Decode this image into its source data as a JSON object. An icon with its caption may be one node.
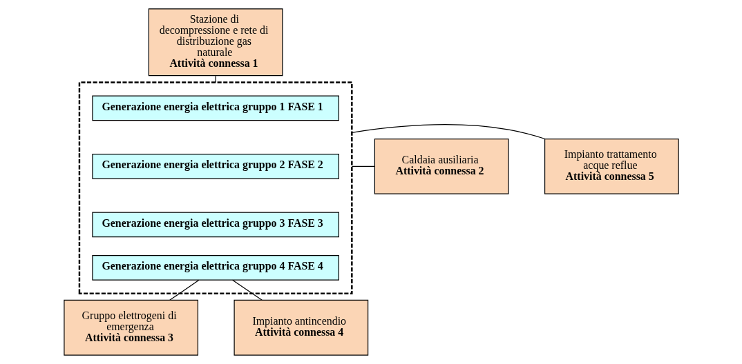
{
  "diagram": {
    "nodes": [
      {
        "text": [
          "Stazione di decompressione e rete di distribuzione gas naturale",
          "Attività connessa 1"
        ]
      },
      {
        "text": [
          "Caldaia ausiliaria",
          "Attività connessa 2"
        ]
      },
      {
        "text": [],
        "shape": "box"
      },
      {
        "text": [
          "Generazione energia elettrica gruppo 1 FASE 1"
        ],
        "in": 2
      },
      {
        "text": [
          "Generazione energia elettrica gruppo 2 FASE 2"
        ],
        "in": 2
      },
      {
        "text": [
          "Generazione energia elettrica gruppo 3 FASE 3"
        ],
        "in": 2
      },
      {
        "text": [
          "Generazione energia elettrica gruppo 4 FASE 4"
        ],
        "in": 2
      },
      {
        "text": [
          "Impianto trattamento acque reflue",
          "Attività connessa 5"
        ]
      },
      {
        "text": [
          "Gruppo elettrogeni di emergenza",
          "Attività connessa 3"
        ]
      },
      {
        "text": [
          "Impianto antincendio",
          "Attività connessa 4"
        ]
      }
    ],
    "edges": [
      {
        "from": 0,
        "to": 2,
        "arrow": "none"
      },
      {
        "from": 1,
        "to": 2,
        "arrow": "none"
      },
      {
        "from": 2,
        "to": 7,
        "arrow": "none"
      },
      {
        "from": 6,
        "to": 8,
        "arrow": "none"
      },
      {
        "from": 6,
        "to": 9,
        "arrow": "none"
      }
    ]
  }
}
